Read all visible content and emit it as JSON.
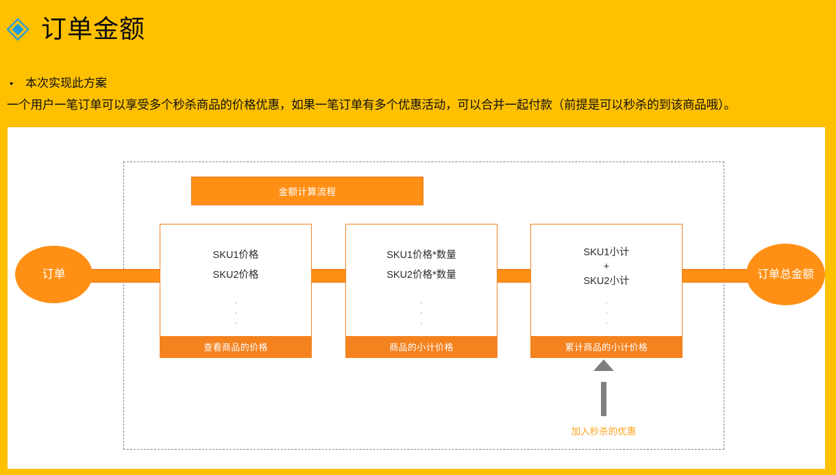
{
  "slide": {
    "background_color": "#FFC000",
    "canvas_color": "#FFFFFF",
    "title": "订单金额",
    "title_icon": "blue-diamond-icon",
    "bullet_marker": "•",
    "bullet_label": "本次实现此方案",
    "paragraph": "一个用户一笔订单可以享受多个秒杀商品的价格优惠，如果一笔订单有多个优惠活动，可以合并一起付款（前提是可以秒杀的到该商品哦）。"
  },
  "diagram": {
    "banner_label": "金额计算流程",
    "start_node": "订单",
    "end_node": "订单总金额",
    "accent_color": "#F4821F",
    "connector_color": "#FF9015",
    "dashed_border_color": "#808080",
    "stages": [
      {
        "lines": [
          "SKU1价格",
          "SKU2价格"
        ],
        "dots": [
          ".",
          ".",
          "."
        ],
        "footer": "查看商品的价格"
      },
      {
        "lines": [
          "SKU1价格*数量",
          "SKU2价格*数量"
        ],
        "dots": [
          ".",
          ".",
          "."
        ],
        "footer": "商品的小计价格"
      },
      {
        "lines": [
          "SKU1小计",
          "+",
          "SKU2小计"
        ],
        "dots": [
          ".",
          ".",
          "."
        ],
        "footer": "累计商品的小计价格"
      }
    ],
    "annotation": {
      "label": "加入秒杀的优惠",
      "color": "#FFA11A",
      "arrow_color": "#7F7F7F",
      "arrow_direction": "up"
    }
  }
}
